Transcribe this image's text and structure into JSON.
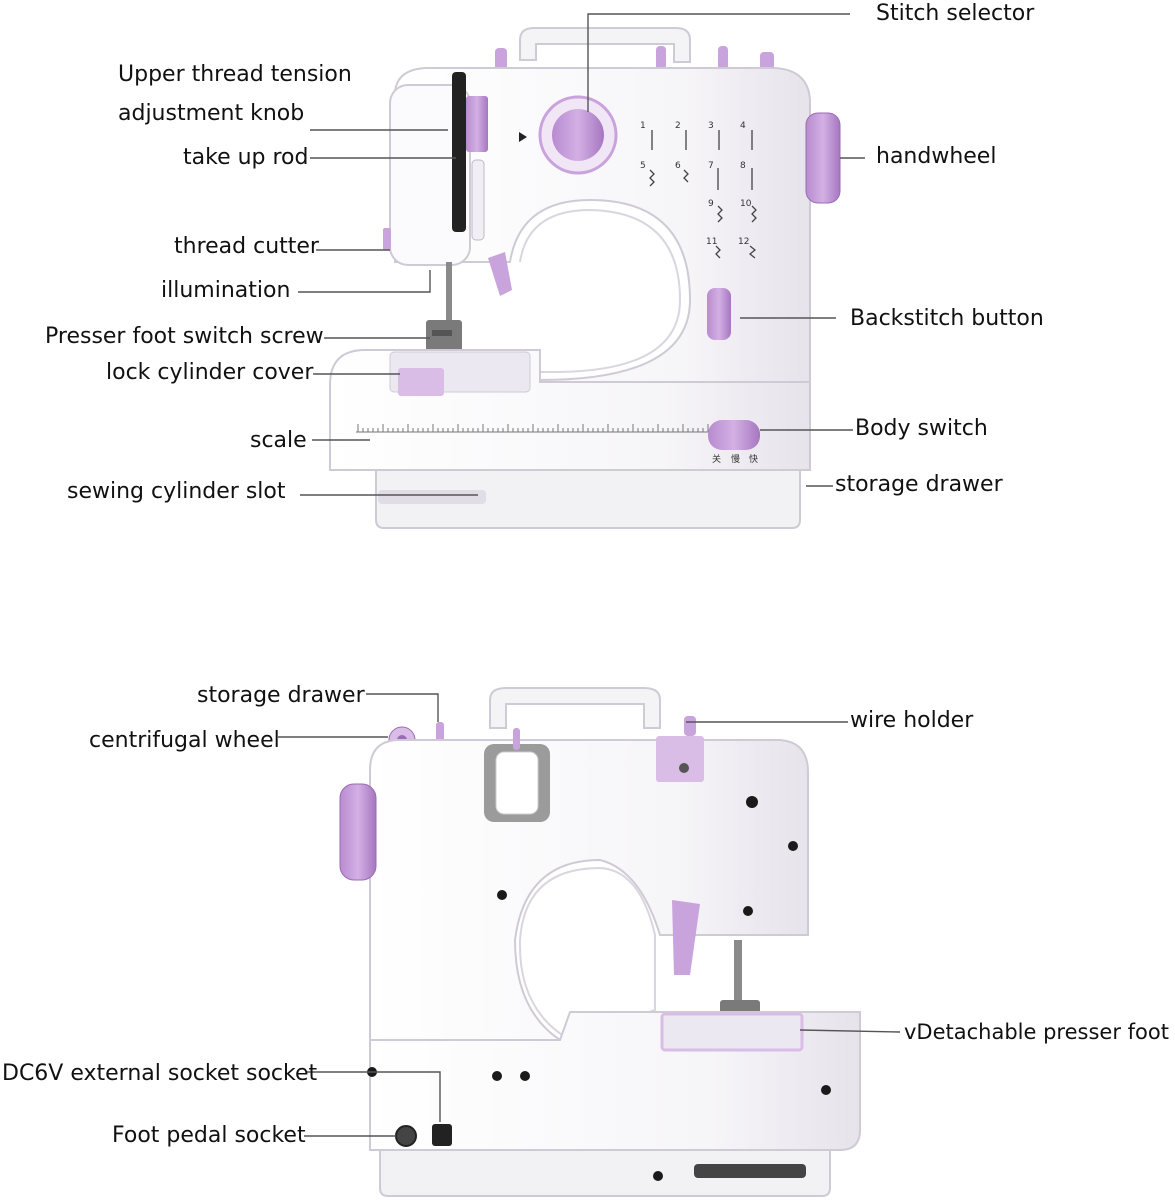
{
  "colors": {
    "body": "#f7f6f9",
    "body_shade": "#e4e1ea",
    "accent": "#c9a3dc",
    "accent_dark": "#9a6cb4",
    "outline": "#cfcbd6",
    "dark": "#2a2a2a"
  },
  "front_view": {
    "labels": {
      "stitch_selector": "Stitch selector",
      "upper_thread_tension_1": "Upper thread tension",
      "upper_thread_tension_2": "adjustment knob",
      "take_up_rod": "take up rod",
      "handwheel": "handwheel",
      "thread_cutter": "thread cutter",
      "illumination": "illumination",
      "backstitch_button": "Backstitch button",
      "presser_foot_switch_screw": "Presser foot switch screw",
      "lock_cylinder_cover": "lock cylinder cover",
      "scale": "scale",
      "body_switch": "Body switch",
      "sewing_cylinder_slot": "sewing cylinder slot",
      "storage_drawer": "storage drawer"
    },
    "stitch_numbers": [
      "1",
      "2",
      "3",
      "4",
      "5",
      "6",
      "7",
      "8",
      "9",
      "10",
      "11",
      "12"
    ],
    "switch_marks": [
      "关",
      "慢",
      "快"
    ]
  },
  "back_view": {
    "labels": {
      "storage_drawer": "storage drawer",
      "wire_holder": "wire holder",
      "centrifugal_wheel": "centrifugal wheel",
      "detachable_presser_foot": "vDetachable presser foot",
      "dc6v_socket": "DC6V external socket socket",
      "foot_pedal_socket": "Foot pedal socket"
    }
  }
}
